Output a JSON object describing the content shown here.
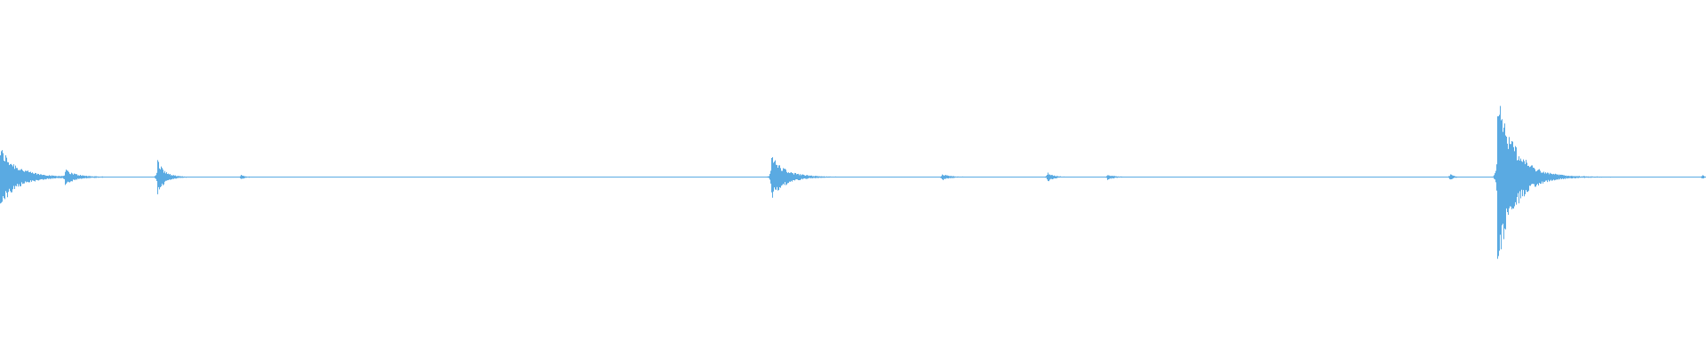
{
  "waveform": {
    "color": "#5aaae2",
    "background": "#ffffff",
    "baseline_amplitude": 0.003,
    "events": [
      {
        "t": 0.0,
        "amp": 0.34,
        "decay": 0.01
      },
      {
        "t": 0.038,
        "amp": 0.08,
        "decay": 0.006
      },
      {
        "t": 0.092,
        "amp": 0.21,
        "decay": 0.004
      },
      {
        "t": 0.141,
        "amp": 0.03,
        "decay": 0.002
      },
      {
        "t": 0.452,
        "amp": 0.25,
        "decay": 0.008
      },
      {
        "t": 0.552,
        "amp": 0.04,
        "decay": 0.004
      },
      {
        "t": 0.614,
        "amp": 0.06,
        "decay": 0.003
      },
      {
        "t": 0.649,
        "amp": 0.03,
        "decay": 0.004
      },
      {
        "t": 0.85,
        "amp": 0.04,
        "decay": 0.002
      },
      {
        "t": 0.878,
        "amp": 1.0,
        "decay": 0.01
      },
      {
        "t": 0.998,
        "amp": 0.03,
        "decay": 0.001
      }
    ]
  }
}
